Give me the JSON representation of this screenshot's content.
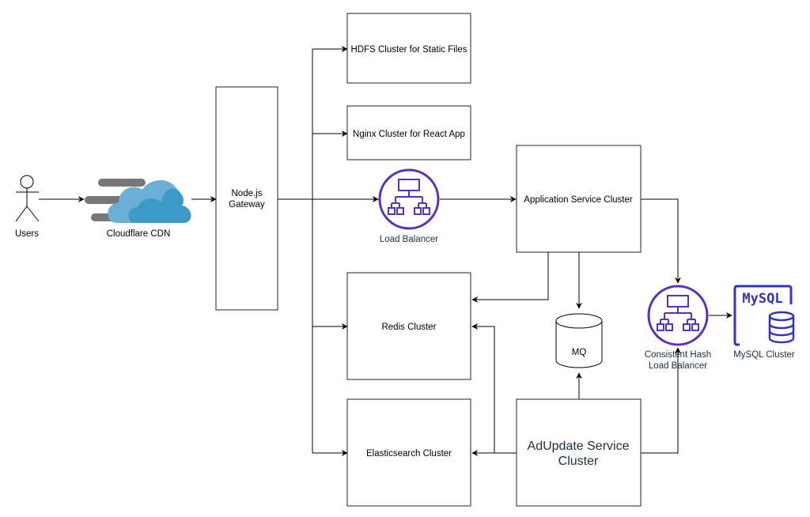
{
  "diagram": {
    "title": "",
    "nodes": {
      "users": {
        "label": "Users",
        "icon": "person-icon"
      },
      "cdn": {
        "label": "Cloudflare CDN",
        "icon": "cloud-icon"
      },
      "gateway": {
        "label_line1": "Node.js",
        "label_line2": "Gateway"
      },
      "hdfs": {
        "label": "HDFS Cluster for Static Files"
      },
      "nginx": {
        "label": "Nginx Cluster for React App"
      },
      "lb": {
        "label": "Load Balancer",
        "icon": "load-balancer-icon"
      },
      "app": {
        "label": "Application Service Cluster"
      },
      "redis": {
        "label": "Redis Cluster"
      },
      "es": {
        "label": "Elasticsearch Cluster"
      },
      "mq": {
        "label": "MQ",
        "icon": "database-cylinder-icon"
      },
      "adupdate": {
        "label_line1": "AdUpdate Service",
        "label_line2": "Cluster"
      },
      "chlb": {
        "label_line1": "Consistent Hash",
        "label_line2": "Load Balancer",
        "icon": "load-balancer-icon"
      },
      "mysql": {
        "label": "MySQL Cluster",
        "icon_text": "MySQL",
        "icon": "mysql-database-icon"
      }
    },
    "edges": [
      {
        "from": "users",
        "to": "cdn"
      },
      {
        "from": "cdn",
        "to": "gateway"
      },
      {
        "from": "gateway",
        "to": "hdfs"
      },
      {
        "from": "gateway",
        "to": "nginx"
      },
      {
        "from": "gateway",
        "to": "lb"
      },
      {
        "from": "gateway",
        "to": "redis"
      },
      {
        "from": "gateway",
        "to": "es"
      },
      {
        "from": "lb",
        "to": "app"
      },
      {
        "from": "app",
        "to": "redis"
      },
      {
        "from": "app",
        "to": "mq"
      },
      {
        "from": "app",
        "to": "chlb"
      },
      {
        "from": "adupdate",
        "to": "mq"
      },
      {
        "from": "adupdate",
        "to": "redis"
      },
      {
        "from": "adupdate",
        "to": "es"
      },
      {
        "from": "adupdate",
        "to": "chlb"
      },
      {
        "from": "chlb",
        "to": "mysql"
      }
    ],
    "colors": {
      "aws_purple": "#5a30b5",
      "mysql_blue": "#3334b9",
      "cloud_light": "#69afd6",
      "cloud_dark": "#3d99c9",
      "speed_lines": "#777777",
      "label_dark": "#232f3e"
    }
  }
}
